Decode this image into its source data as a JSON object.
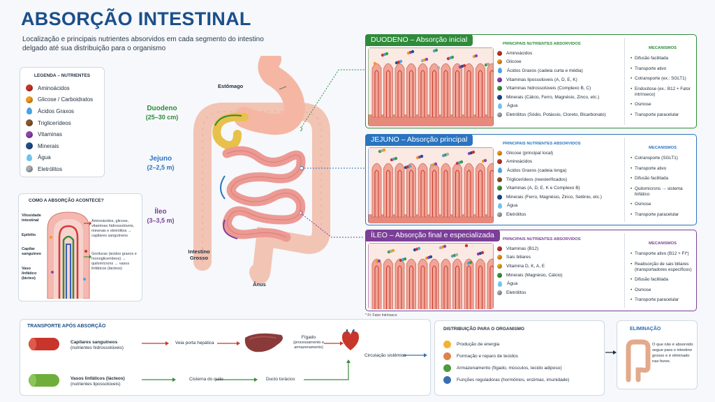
{
  "title": "ABSORÇÃO INTESTINAL",
  "subtitle": "Localização e principais nutrientes absorvidos em cada segmento do intestino delgado até sua distribuição para o organismo",
  "legend": {
    "title": "LEGENDA – NUTRIENTES",
    "items": [
      {
        "label": "Aminoácidos",
        "color": "#c8362b",
        "shape": "dot"
      },
      {
        "label": "Glicose / Carboidratos",
        "color": "#f39a1c",
        "shape": "dot"
      },
      {
        "label": "Ácidos Graxos",
        "color": "#4aa3df",
        "shape": "drop"
      },
      {
        "label": "Triglicerídeos",
        "color": "#8a5a2b",
        "shape": "dot"
      },
      {
        "label": "Vitaminas",
        "color": "#8e44ad",
        "shape": "dot"
      },
      {
        "label": "Minerais",
        "color": "#1f4e8c",
        "shape": "dot"
      },
      {
        "label": "Água",
        "color": "#6ec3f0",
        "shape": "drop"
      },
      {
        "label": "Eletrólitos",
        "color": "#a8acb0",
        "shape": "dot"
      }
    ]
  },
  "how": {
    "title": "COMO A ABSORÇÃO ACONTECE?",
    "labels": [
      "Vilosidade intestinal",
      "Epitélio",
      "Capilar sanguíneo",
      "Vaso linfático (lácteo)"
    ],
    "blood_text": "Aminoácidos, glicose, vitaminas hidrossolúveis, minerais e eletrólitos → capilares sanguíneos",
    "lymph_text": "Gorduras (ácidos graxos e monoglicerídeos) → quilomícrons → vasos linfáticos (lácteos)"
  },
  "anatomy": {
    "stomach": "Estômago",
    "duodeno": "Duodeno",
    "duodeno_len": "(25–30 cm)",
    "jejuno": "Jejuno",
    "jejuno_len": "(2–2,5 m)",
    "ileo": "Íleo",
    "ileo_len": "(3–3,5 m)",
    "large": "Intestino Grosso",
    "anus": "Ânus"
  },
  "panels": [
    {
      "tag": "DUODENO – Absorção inicial",
      "color": "#2e8b3a",
      "nut_title": "PRINCIPAIS NUTRIENTES ABSORVIDOS",
      "nutrients": [
        {
          "label": "Aminoácidos",
          "color": "#c8362b",
          "shape": "dot"
        },
        {
          "label": "Glicose",
          "color": "#f39a1c",
          "shape": "dot"
        },
        {
          "label": "Ácidos Graxos (cadeia curta e média)",
          "color": "#4aa3df",
          "shape": "drop"
        },
        {
          "label": "Vitaminas lipossolúveis (A, D, E, K)",
          "color": "#8e44ad",
          "shape": "dot"
        },
        {
          "label": "Vitaminas hidrossolúveis (Complexo B, C)",
          "color": "#3f9a3f",
          "shape": "dot"
        },
        {
          "label": "Minerais (Cálcio, Ferro, Magnésio, Zinco, etc.)",
          "color": "#1f4e8c",
          "shape": "dot"
        },
        {
          "label": "Água",
          "color": "#6ec3f0",
          "shape": "drop"
        },
        {
          "label": "Eletrólitos (Sódio, Potássio, Cloreto, Bicarbonato)",
          "color": "#a8acb0",
          "shape": "dot"
        }
      ],
      "mec_title": "MECANISMOS",
      "mechanisms": [
        "Difusão facilitada",
        "Transporte ativo",
        "Cotransporte (ex.: SGLT1)",
        "Endocitose (ex.: B12 + Fator intrínseco)",
        "Osmose",
        "Transporte paracelular"
      ]
    },
    {
      "tag": "JEJUNO – Absorção principal",
      "color": "#2a74c0",
      "nut_title": "PRINCIPAIS NUTRIENTES ABSORVIDOS",
      "nutrients": [
        {
          "label": "Glicose (principal local)",
          "color": "#f39a1c",
          "shape": "dot"
        },
        {
          "label": "Aminoácidos",
          "color": "#c8362b",
          "shape": "dot"
        },
        {
          "label": "Ácidos Graxos (cadeia longa)",
          "color": "#4aa3df",
          "shape": "drop"
        },
        {
          "label": "Triglicerídeos (reesterificados)",
          "color": "#8a5a2b",
          "shape": "dot"
        },
        {
          "label": "Vitaminas (A, D, E, K e Complexo B)",
          "color": "#3f9a3f",
          "shape": "dot"
        },
        {
          "label": "Minerais (Ferro, Magnésio, Zinco, Selênio, etc.)",
          "color": "#1f4e8c",
          "shape": "dot"
        },
        {
          "label": "Água",
          "color": "#6ec3f0",
          "shape": "drop"
        },
        {
          "label": "Eletrólitos",
          "color": "#a8acb0",
          "shape": "dot"
        }
      ],
      "mec_title": "MECANISMOS",
      "mechanisms": [
        "Cotransporte (SGLT1)",
        "Transporte ativo",
        "Difusão facilitada",
        "Quilomícrons → sistema linfático",
        "Osmose",
        "Transporte paracelular"
      ]
    },
    {
      "tag": "ÍLEO – Absorção final e especializada",
      "color": "#7b3f98",
      "nut_title": "PRINCIPAIS NUTRIENTES ABSORVIDOS",
      "nutrients": [
        {
          "label": "Vitaminas (B12)",
          "color": "#c8362b",
          "shape": "dot"
        },
        {
          "label": "Sais biliares",
          "color": "#f39a1c",
          "shape": "dot"
        },
        {
          "label": "Vitamina D, K, A, E",
          "color": "#e0b21c",
          "shape": "dot"
        },
        {
          "label": "Minerais (Magnésio, Cálcio)",
          "color": "#3f9a3f",
          "shape": "dot"
        },
        {
          "label": "Água",
          "color": "#6ec3f0",
          "shape": "drop"
        },
        {
          "label": "Eletrólitos",
          "color": "#a8acb0",
          "shape": "dot"
        }
      ],
      "mec_title": "MECANISMOS",
      "mechanisms": [
        "Transporte ativo (B12 + FI*)",
        "Reabsorção de sais biliares (transportadores específicos)",
        "Difusão facilitada",
        "Osmose",
        "Transporte paracelular"
      ]
    }
  ],
  "footnote": "* FI: Fator Intrínseco",
  "transport": {
    "title": "TRANSPORTE APÓS ABSORÇÃO",
    "blood": "Capilares sanguíneos",
    "blood_sub": "(nutrientes hidrossolúveis)",
    "lymph": "Vasos linfáticos (lácteos)",
    "lymph_sub": "(nutrientes lipossolúveis)",
    "portal": "Veia porta hepática",
    "liver": "Fígado",
    "liver_sub": "(processamento e armazenamento)",
    "cistern": "Cisterna do quilo",
    "duct": "Ducto torácico",
    "circulation": "Circulação sistêmica"
  },
  "distribution": {
    "title": "DISTRIBUIÇÃO PARA O ORGANISMO",
    "items": [
      {
        "label": "Produção de energia",
        "color": "#f2b233"
      },
      {
        "label": "Formação e reparo de tecidos",
        "color": "#e0834a"
      },
      {
        "label": "Armazenamento (fígado, músculos, tecido adiposo)",
        "color": "#4e9a3e"
      },
      {
        "label": "Funções reguladoras (hormônios, enzimas, imunidade)",
        "color": "#3a6fb0"
      }
    ]
  },
  "elimination": {
    "title": "ELIMINAÇÃO",
    "text": "O que não é absorvido segue para o intestino grosso e é eliminado nas fezes."
  }
}
